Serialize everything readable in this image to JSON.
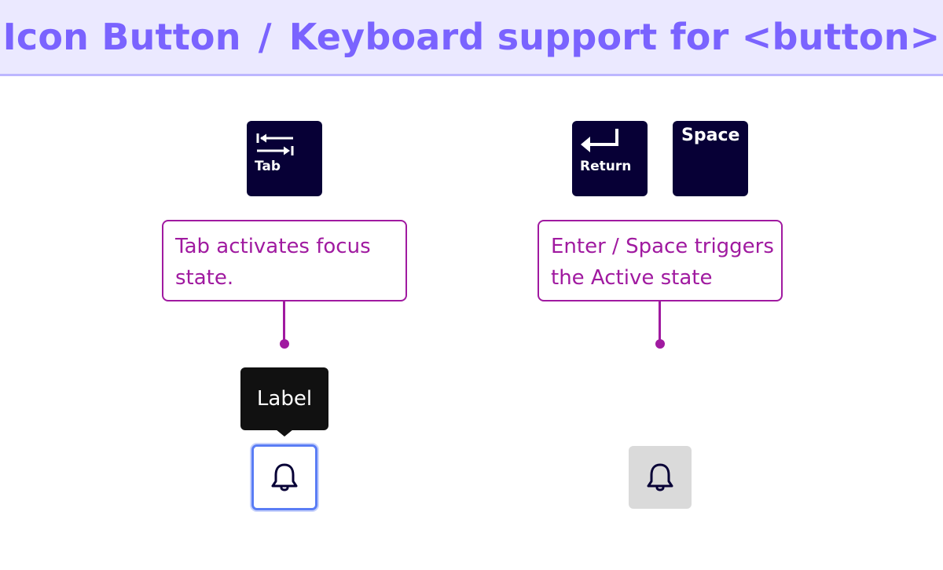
{
  "header": {
    "title_part1": "Icon Button",
    "separator": "/",
    "title_part2": "Keyboard support for <button>"
  },
  "keys": {
    "tab": {
      "label": "Tab",
      "icon": "tab-arrows-icon"
    },
    "return": {
      "label": "Return",
      "icon": "return-arrow-icon"
    },
    "space": {
      "label": "Space"
    }
  },
  "callouts": {
    "tab_focus": {
      "line1": "Tab activates focus",
      "line2": "state."
    },
    "enter_space": {
      "line1": "Enter / Space triggers",
      "line2": "the Active state"
    }
  },
  "tooltip": {
    "label": "Label"
  },
  "buttons": {
    "focused": {
      "state": "focus",
      "icon": "bell-icon"
    },
    "active": {
      "state": "active",
      "icon": "bell-icon"
    }
  },
  "colors": {
    "header_bg": "#ebe9ff",
    "header_text": "#7a63ff",
    "key_bg": "#070036",
    "callout_accent": "#a01aa0",
    "focus_ring": "#5a7df5",
    "active_bg": "#dadada",
    "tooltip_bg": "#111111"
  }
}
